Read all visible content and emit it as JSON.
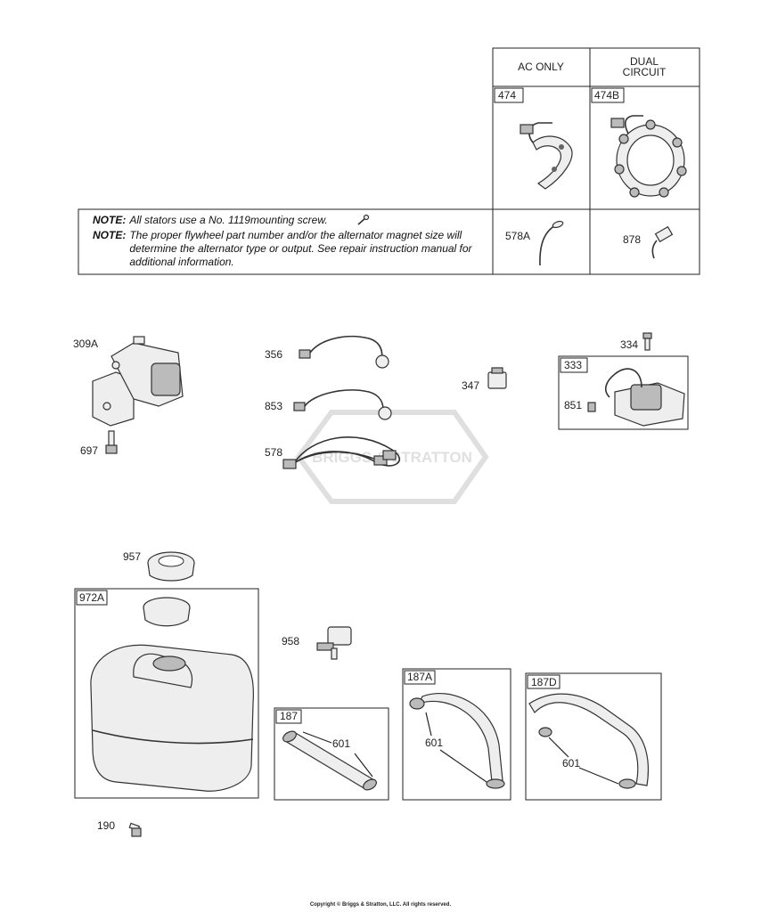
{
  "stator_table": {
    "col1_header": "AC ONLY",
    "col2_header_line1": "DUAL",
    "col2_header_line2": "CIRCUIT",
    "part_474": "474",
    "part_474B": "474B",
    "part_578A": "578A",
    "part_878": "878"
  },
  "notes": [
    {
      "key": "NOTE:",
      "text": "All stators use a No. 1119mounting screw."
    },
    {
      "key": "NOTE:",
      "text": "The proper flywheel part number and/or the alternator magnet size will determine the alternator type or output. See repair instruction manual for additional information."
    }
  ],
  "parts": {
    "p309A": "309A",
    "p697": "697",
    "p356": "356",
    "p853": "853",
    "p578": "578",
    "p347": "347",
    "p334": "334",
    "p333": "333",
    "p851": "851",
    "p957": "957",
    "p972A": "972A",
    "p958": "958",
    "p187": "187",
    "p187A": "187A",
    "p187D": "187D",
    "p601a": "601",
    "p601b": "601",
    "p601c": "601",
    "p190": "190"
  },
  "watermark": "BRIGGS & STRATTON",
  "copyright": "Copyright © Briggs & Stratton, LLC. All rights reserved."
}
